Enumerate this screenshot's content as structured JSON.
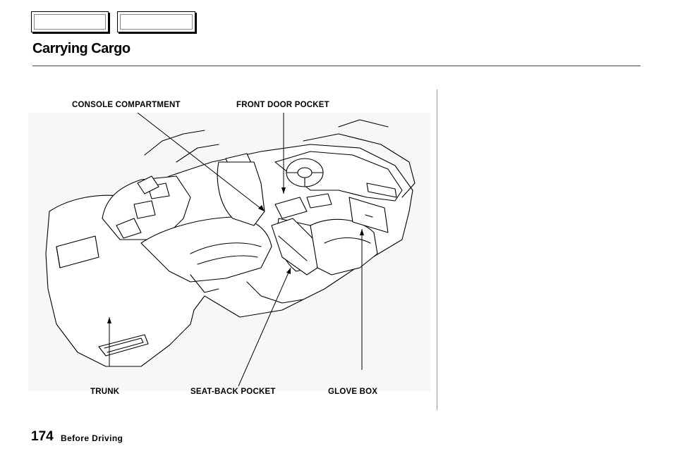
{
  "header": {
    "title": "Carrying Cargo"
  },
  "figure": {
    "labels": {
      "console_compartment": "CONSOLE COMPARTMENT",
      "front_door_pocket": "FRONT DOOR POCKET",
      "trunk": "TRUNK",
      "seat_back_pocket": "SEAT-BACK POCKET",
      "glove_box": "GLOVE BOX"
    }
  },
  "footer": {
    "page_number": "174",
    "section": "Before Driving"
  }
}
